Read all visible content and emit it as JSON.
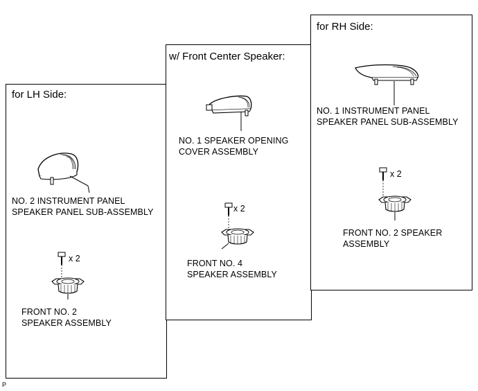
{
  "panels": {
    "lh": {
      "title": "for LH Side:",
      "panel_label": "NO. 2 INSTRUMENT PANEL\nSPEAKER PANEL SUB-ASSEMBLY",
      "screw_qty": "x 2",
      "speaker_label": "FRONT NO. 2\nSPEAKER ASSEMBLY"
    },
    "center": {
      "title": "w/ Front Center Speaker:",
      "cover_label": "NO. 1 SPEAKER OPENING\nCOVER ASSEMBLY",
      "screw_qty": "x 2",
      "speaker_label": "FRONT NO. 4\nSPEAKER ASSEMBLY"
    },
    "rh": {
      "title": "for RH Side:",
      "panel_label": "NO. 1 INSTRUMENT PANEL\nSPEAKER PANEL SUB-ASSEMBLY",
      "screw_qty": "x 2",
      "speaker_label": "FRONT NO. 2 SPEAKER\nASSEMBLY"
    }
  },
  "footer_code": "P",
  "icons": [
    "speaker-panel-icon",
    "opening-cover-icon",
    "screw-icon",
    "speaker-icon"
  ]
}
